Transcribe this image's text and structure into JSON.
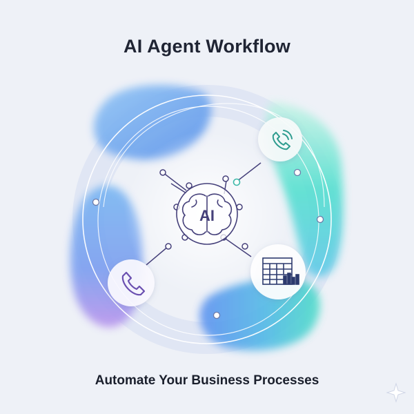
{
  "header": {
    "title": "AI Agent Workflow"
  },
  "footer": {
    "subtitle": "Automate Your Business Processes"
  },
  "hub": {
    "label": "AI",
    "icon": "brain-circuit-icon"
  },
  "nodes": [
    {
      "id": "incoming-call",
      "icon": "phone-ringing-icon"
    },
    {
      "id": "outgoing-call",
      "icon": "phone-icon"
    },
    {
      "id": "business-data",
      "icon": "calendar-chart-icon"
    }
  ],
  "colors": {
    "background": "#eef1f7",
    "teal": "#5fe0cf",
    "blue": "#6fa8f0",
    "purple": "#a98be6",
    "line": "#45407a",
    "accent_teal": "#3cb8a8"
  }
}
